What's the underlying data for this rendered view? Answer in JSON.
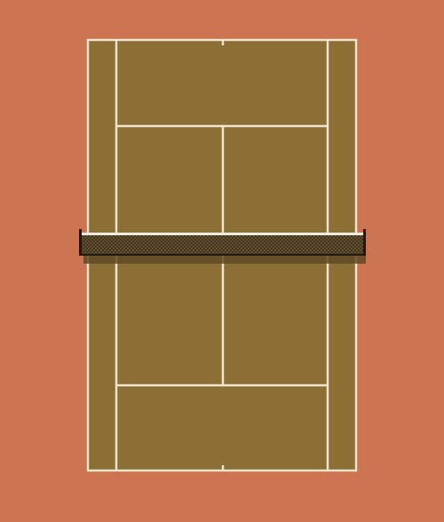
{
  "scene": {
    "type": "tennis-court",
    "view": "top-down",
    "surface": "clay"
  },
  "colors": {
    "surround": "#cc7550",
    "court": "#8b6f35",
    "lines": "#f1e7d0",
    "net_mesh": "#3a2e1b",
    "net_dark": "#2a2114",
    "net_band": "#f2ece2",
    "posts": "#1a1a1a",
    "shadow": "#5f4a26"
  }
}
